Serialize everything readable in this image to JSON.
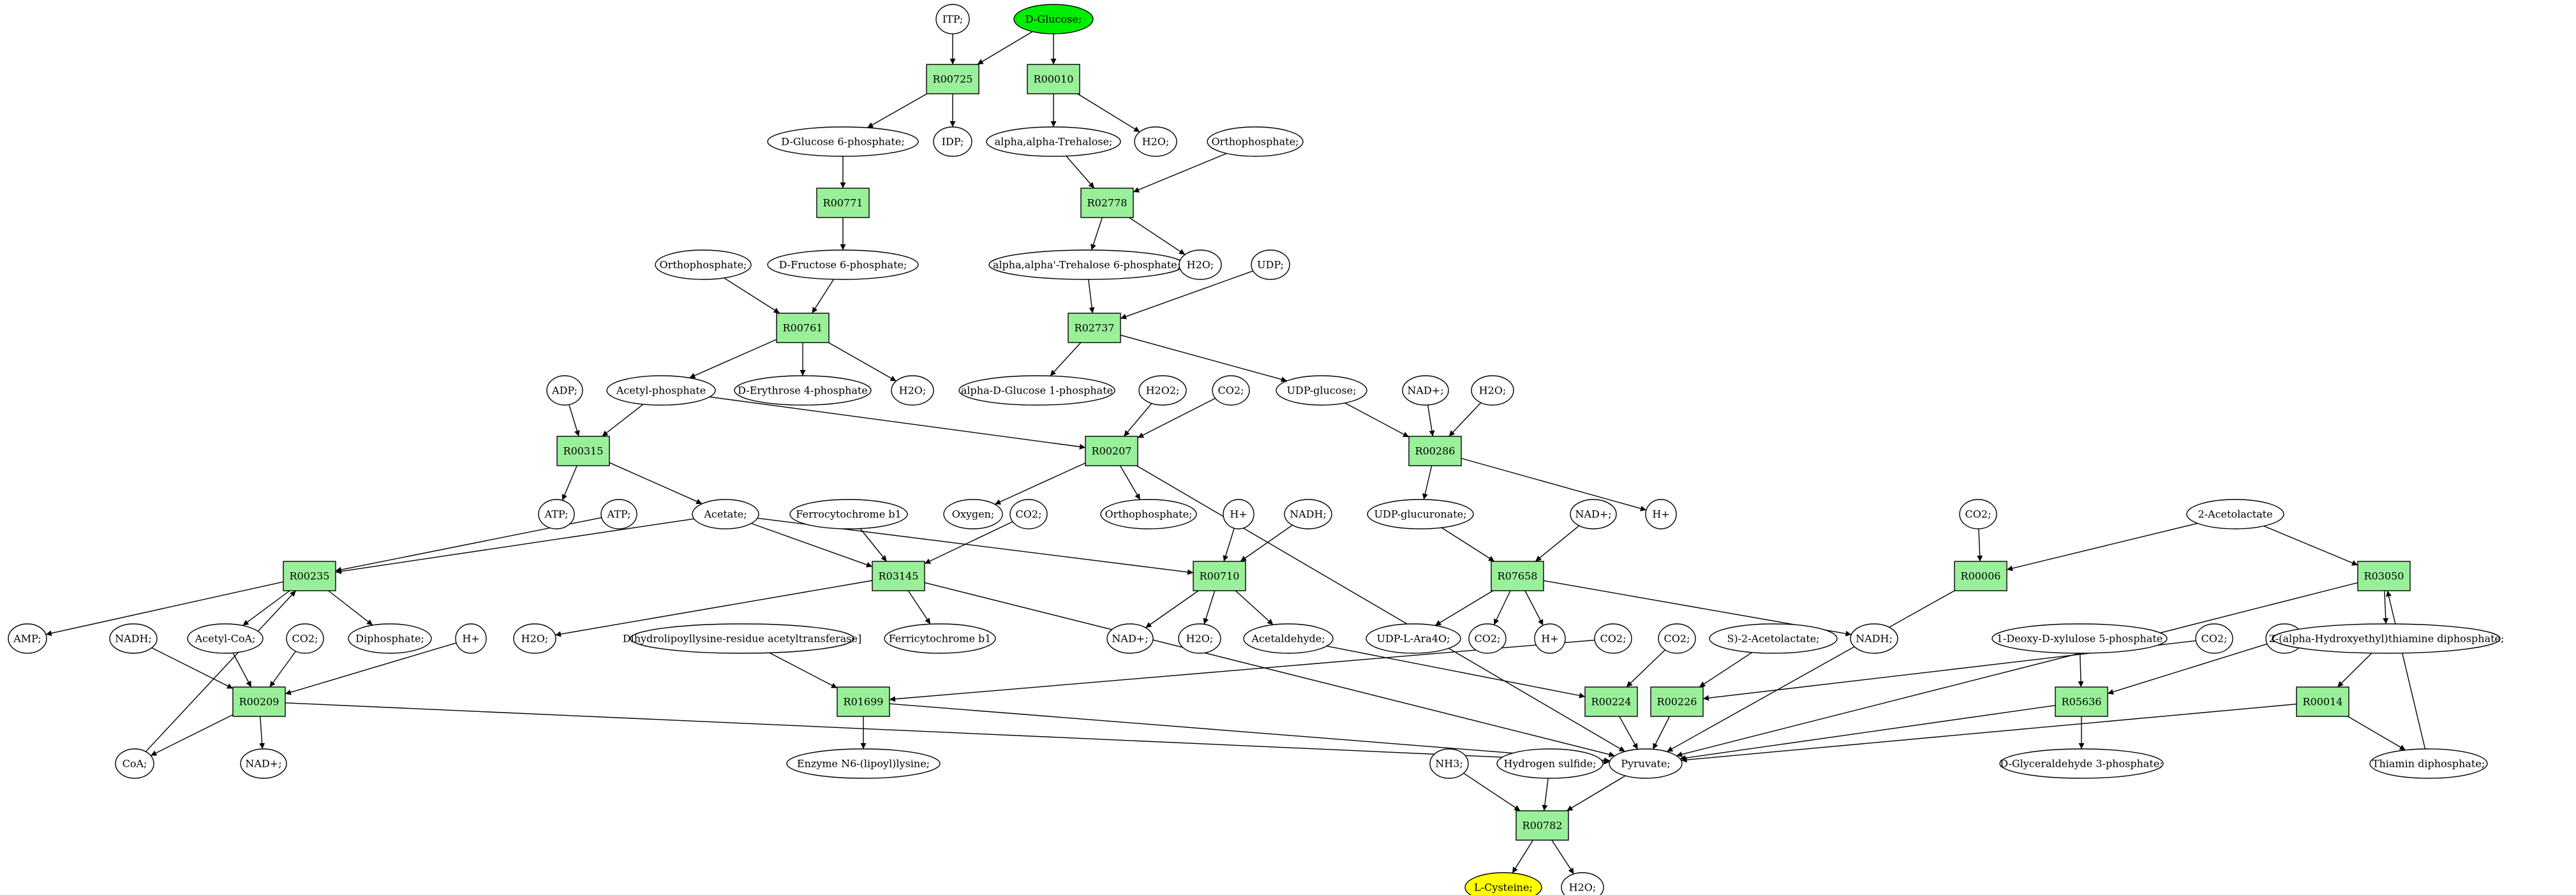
{
  "colors": {
    "reaction_fill": "#9af09a",
    "compound_fill": "#ffffff",
    "start_fill": "#00ee00",
    "target_fill": "#ffff00",
    "edge": "#000000"
  },
  "compounds": [
    {
      "id": "itp",
      "label": "ITP;"
    },
    {
      "id": "dglucose",
      "label": "D-Glucose;",
      "style": "start"
    },
    {
      "id": "g6p",
      "label": "D-Glucose 6-phosphate;"
    },
    {
      "id": "idp",
      "label": "IDP;"
    },
    {
      "id": "trehalose",
      "label": "alpha,alpha-Trehalose;"
    },
    {
      "id": "h2o_a",
      "label": "H2O;"
    },
    {
      "id": "ortho_a",
      "label": "Orthophosphate;"
    },
    {
      "id": "f6p",
      "label": "D-Fructose 6-phosphate;"
    },
    {
      "id": "t6p",
      "label": "alpha,alpha'-Trehalose 6-phosphate;"
    },
    {
      "id": "h2o_b",
      "label": "H2O;"
    },
    {
      "id": "udp",
      "label": "UDP;"
    },
    {
      "id": "ortho_b",
      "label": "Orthophosphate;"
    },
    {
      "id": "adp",
      "label": "ADP;"
    },
    {
      "id": "acetylp",
      "label": "Acetyl-phosphate"
    },
    {
      "id": "e4p",
      "label": "D-Erythrose 4-phosphate"
    },
    {
      "id": "h2o_c",
      "label": "H2O;"
    },
    {
      "id": "ag1p",
      "label": "alpha-D-Glucose 1-phosphate"
    },
    {
      "id": "h2o2",
      "label": "H2O2;"
    },
    {
      "id": "co2_a",
      "label": "CO2;"
    },
    {
      "id": "udpg",
      "label": "UDP-glucose;"
    },
    {
      "id": "nadp_a",
      "label": "NAD+;"
    },
    {
      "id": "h2o_d",
      "label": "H2O;"
    },
    {
      "id": "atp_a",
      "label": "ATP;"
    },
    {
      "id": "atp_b",
      "label": "ATP;"
    },
    {
      "id": "acetate",
      "label": "Acetate;"
    },
    {
      "id": "fcb1",
      "label": "Ferrocytochrome b1"
    },
    {
      "id": "oxygen",
      "label": "Oxygen;"
    },
    {
      "id": "co2_b",
      "label": "CO2;"
    },
    {
      "id": "ortho_c",
      "label": "Orthophosphate;"
    },
    {
      "id": "hplus_a",
      "label": "H+"
    },
    {
      "id": "nadh_a",
      "label": "NADH;"
    },
    {
      "id": "udpga",
      "label": "UDP-glucuronate;"
    },
    {
      "id": "nadh_b",
      "label": "NADH;"
    },
    {
      "id": "hplus_b",
      "label": "H+"
    },
    {
      "id": "nadp_b",
      "label": "NAD+;"
    },
    {
      "id": "co2_c",
      "label": "CO2;"
    },
    {
      "id": "acetolactate",
      "label": "2-Acetolactate"
    },
    {
      "id": "amp",
      "label": "AMP;"
    },
    {
      "id": "nadh_c",
      "label": "NADH;"
    },
    {
      "id": "acoa",
      "label": "Acetyl-CoA;"
    },
    {
      "id": "co2_d",
      "label": "CO2;"
    },
    {
      "id": "diphos",
      "label": "Diphosphate;"
    },
    {
      "id": "hplus_c",
      "label": "H+"
    },
    {
      "id": "h2o_e",
      "label": "H2O;"
    },
    {
      "id": "dlat",
      "label": "Dihydrolipoyllysine-residue acetyltransferase]"
    },
    {
      "id": "fricb1",
      "label": "Ferricytochrome b1"
    },
    {
      "id": "nadp_c",
      "label": "NAD+;"
    },
    {
      "id": "h2o_f",
      "label": "H2O;"
    },
    {
      "id": "acetald",
      "label": "Acetaldehyde;"
    },
    {
      "id": "udpara",
      "label": "UDP-L-Ara4O;"
    },
    {
      "id": "co2_e",
      "label": "CO2;"
    },
    {
      "id": "hplus_d",
      "label": "H+"
    },
    {
      "id": "co2_f",
      "label": "CO2;"
    },
    {
      "id": "co2_g",
      "label": "CO2;"
    },
    {
      "id": "sacetolactate",
      "label": "S)-2-Acetolactate;"
    },
    {
      "id": "nadh_d",
      "label": "NADH;"
    },
    {
      "id": "dx5p",
      "label": "1-Deoxy-D-xylulose 5-phosphate"
    },
    {
      "id": "co2_h",
      "label": "CO2;"
    },
    {
      "id": "co2_i",
      "label": "CO2;"
    },
    {
      "id": "hethdp",
      "label": "2-(alpha-Hydroxyethyl)thiamine diphosphate;"
    },
    {
      "id": "co2_j",
      "label": "CO2;"
    },
    {
      "id": "coa",
      "label": "CoA;"
    },
    {
      "id": "nadp_d",
      "label": "NAD+;"
    },
    {
      "id": "lipoyl",
      "label": "Enzyme N6-(lipoyl)lysine;"
    },
    {
      "id": "nh3",
      "label": "NH3;"
    },
    {
      "id": "h2s",
      "label": "Hydrogen sulfide;"
    },
    {
      "id": "pyruvate",
      "label": "Pyruvate;"
    },
    {
      "id": "ga3p",
      "label": "D-Glyceraldehyde 3-phosphate;"
    },
    {
      "id": "tdp",
      "label": "Thiamin diphosphate;"
    },
    {
      "id": "lcys",
      "label": "L-Cysteine;",
      "style": "target"
    },
    {
      "id": "h2o_g",
      "label": "H2O;"
    }
  ],
  "reactions": [
    {
      "id": "R00725",
      "label": "R00725"
    },
    {
      "id": "R00010",
      "label": "R00010"
    },
    {
      "id": "R00771",
      "label": "R00771"
    },
    {
      "id": "R02778",
      "label": "R02778"
    },
    {
      "id": "R00761",
      "label": "R00761"
    },
    {
      "id": "R02737",
      "label": "R02737"
    },
    {
      "id": "R00315",
      "label": "R00315"
    },
    {
      "id": "R00207",
      "label": "R00207"
    },
    {
      "id": "R00286",
      "label": "R00286"
    },
    {
      "id": "R00235",
      "label": "R00235"
    },
    {
      "id": "R03145",
      "label": "R03145"
    },
    {
      "id": "R00710",
      "label": "R00710"
    },
    {
      "id": "R07658",
      "label": "R07658"
    },
    {
      "id": "R00006",
      "label": "R00006"
    },
    {
      "id": "R03050",
      "label": "R03050"
    },
    {
      "id": "R00209",
      "label": "R00209"
    },
    {
      "id": "R01699",
      "label": "R01699"
    },
    {
      "id": "R00224",
      "label": "R00224"
    },
    {
      "id": "R00226",
      "label": "R00226"
    },
    {
      "id": "R05636",
      "label": "R05636"
    },
    {
      "id": "R00014",
      "label": "R00014"
    },
    {
      "id": "R00782",
      "label": "R00782"
    }
  ],
  "edges": [
    [
      "itp",
      "R00725"
    ],
    [
      "dglucose",
      "R00725"
    ],
    [
      "dglucose",
      "R00010"
    ],
    [
      "R00725",
      "g6p"
    ],
    [
      "R00725",
      "idp"
    ],
    [
      "R00010",
      "trehalose"
    ],
    [
      "R00010",
      "h2o_a"
    ],
    [
      "g6p",
      "R00771"
    ],
    [
      "R00771",
      "f6p"
    ],
    [
      "trehalose",
      "R02778"
    ],
    [
      "ortho_a",
      "R02778"
    ],
    [
      "R02778",
      "t6p"
    ],
    [
      "R02778",
      "h2o_b"
    ],
    [
      "ortho_b",
      "R00761"
    ],
    [
      "f6p",
      "R00761"
    ],
    [
      "R00761",
      "acetylp"
    ],
    [
      "R00761",
      "e4p"
    ],
    [
      "R00761",
      "h2o_c"
    ],
    [
      "t6p",
      "R02737"
    ],
    [
      "udp",
      "R02737"
    ],
    [
      "R02737",
      "ag1p"
    ],
    [
      "R02737",
      "udpg"
    ],
    [
      "adp",
      "R00315"
    ],
    [
      "acetylp",
      "R00315"
    ],
    [
      "acetylp",
      "R00207"
    ],
    [
      "h2o2",
      "R00207"
    ],
    [
      "co2_a",
      "R00207"
    ],
    [
      "udpg",
      "R00286"
    ],
    [
      "nadp_a",
      "R00286"
    ],
    [
      "h2o_d",
      "R00286"
    ],
    [
      "R00315",
      "atp_a"
    ],
    [
      "R00315",
      "acetate"
    ],
    [
      "R00207",
      "oxygen"
    ],
    [
      "R00207",
      "ortho_c"
    ],
    [
      "R00207",
      "pyruvate"
    ],
    [
      "R00286",
      "udpga"
    ],
    [
      "R00286",
      "nadh_b"
    ],
    [
      "R00286",
      "hplus_b"
    ],
    [
      "atp_b",
      "R00235"
    ],
    [
      "acetate",
      "R00235"
    ],
    [
      "acetate",
      "R03145"
    ],
    [
      "acetate",
      "R00710"
    ],
    [
      "fcb1",
      "R03145"
    ],
    [
      "co2_b",
      "R03145"
    ],
    [
      "hplus_a",
      "R00710"
    ],
    [
      "nadh_a",
      "R00710"
    ],
    [
      "udpga",
      "R07658"
    ],
    [
      "nadp_b",
      "R07658"
    ],
    [
      "co2_c",
      "R00006"
    ],
    [
      "acetolactate",
      "R00006"
    ],
    [
      "acetolactate",
      "R03050"
    ],
    [
      "R00235",
      "amp"
    ],
    [
      "R00235",
      "acoa"
    ],
    [
      "R00235",
      "diphos"
    ],
    [
      "R03145",
      "h2o_e"
    ],
    [
      "R03145",
      "fricb1"
    ],
    [
      "R03145",
      "pyruvate"
    ],
    [
      "R00710",
      "nadp_c"
    ],
    [
      "R00710",
      "h2o_f"
    ],
    [
      "R00710",
      "acetald"
    ],
    [
      "R07658",
      "udpara"
    ],
    [
      "R07658",
      "co2_e"
    ],
    [
      "R07658",
      "hplus_d"
    ],
    [
      "R07658",
      "nadh_d"
    ],
    [
      "R00006",
      "pyruvate"
    ],
    [
      "R03050",
      "pyruvate"
    ],
    [
      "R03050",
      "hethdp"
    ],
    [
      "nadh_c",
      "R00209"
    ],
    [
      "acoa",
      "R00209"
    ],
    [
      "co2_d",
      "R00209"
    ],
    [
      "hplus_c",
      "R00209"
    ],
    [
      "coa",
      "R00235"
    ],
    [
      "R00209",
      "coa"
    ],
    [
      "R00209",
      "nadp_d"
    ],
    [
      "R00209",
      "pyruvate"
    ],
    [
      "dlat",
      "R01699"
    ],
    [
      "co2_f",
      "R01699"
    ],
    [
      "R01699",
      "lipoyl"
    ],
    [
      "R01699",
      "pyruvate"
    ],
    [
      "acetald",
      "R00224"
    ],
    [
      "co2_g",
      "R00224"
    ],
    [
      "R00224",
      "pyruvate"
    ],
    [
      "co2_h",
      "R00226"
    ],
    [
      "sacetolactate",
      "R00226"
    ],
    [
      "R00226",
      "pyruvate"
    ],
    [
      "dx5p",
      "R05636"
    ],
    [
      "co2_i",
      "R05636"
    ],
    [
      "R05636",
      "pyruvate"
    ],
    [
      "R05636",
      "ga3p"
    ],
    [
      "co2_j",
      "R00014"
    ],
    [
      "hethdp",
      "R00014"
    ],
    [
      "R00014",
      "pyruvate"
    ],
    [
      "R00014",
      "tdp"
    ],
    [
      "tdp",
      "R03050"
    ],
    [
      "nh3",
      "R00782"
    ],
    [
      "h2s",
      "R00782"
    ],
    [
      "pyruvate",
      "R00782"
    ],
    [
      "R00782",
      "lcys"
    ],
    [
      "R00782",
      "h2o_g"
    ]
  ]
}
